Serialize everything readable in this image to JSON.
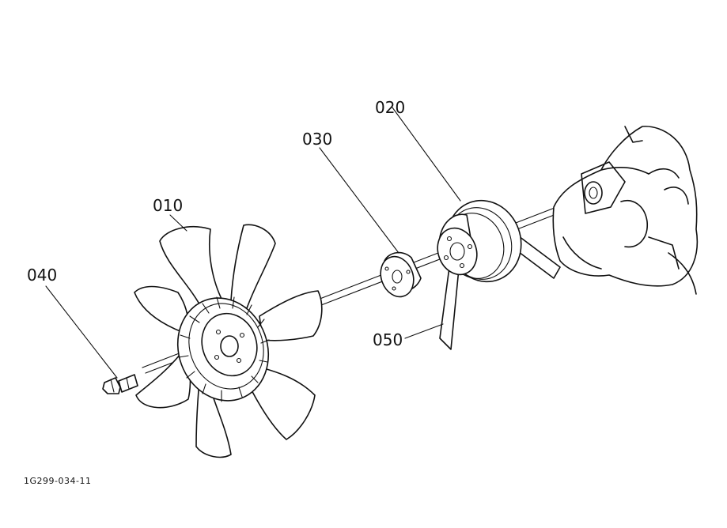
{
  "diagram": {
    "parts": [
      {
        "id": "part-010",
        "number": "010"
      },
      {
        "id": "part-020",
        "number": "020"
      },
      {
        "id": "part-030",
        "number": "030"
      },
      {
        "id": "part-040",
        "number": "040"
      },
      {
        "id": "part-050",
        "number": "050"
      }
    ],
    "figure_code": "1G299-034-11"
  }
}
